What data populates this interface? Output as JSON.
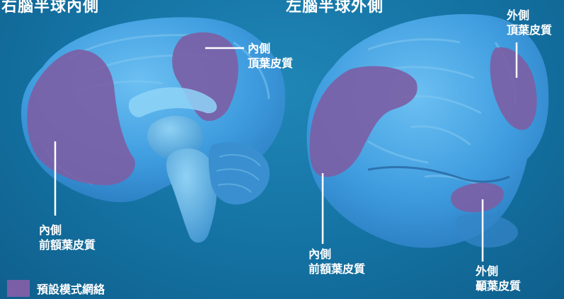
{
  "panels": {
    "left": {
      "title": "右腦半球內側"
    },
    "right": {
      "title": "左腦半球外側"
    }
  },
  "labels": {
    "medial_parietal": {
      "line1": "內側",
      "line2": "頂葉皮質"
    },
    "medial_prefrontal_left": {
      "line1": "內側",
      "line2": "前額葉皮質"
    },
    "lateral_parietal": {
      "line1": "外側",
      "line2": "頂葉皮質"
    },
    "medial_prefrontal_right": {
      "line1": "內側",
      "line2": "前額葉皮質"
    },
    "lateral_temporal": {
      "line1": "外側",
      "line2": "顳葉皮質"
    }
  },
  "legend": {
    "label": "預設模式網絡",
    "swatch_color": "#7b5fa6"
  },
  "colors": {
    "background": "#1472a2",
    "brain": "#4aa6e6",
    "brain_shadow": "#2a80c4",
    "network_region": "#7b5fa6",
    "text": "#ffffff"
  }
}
